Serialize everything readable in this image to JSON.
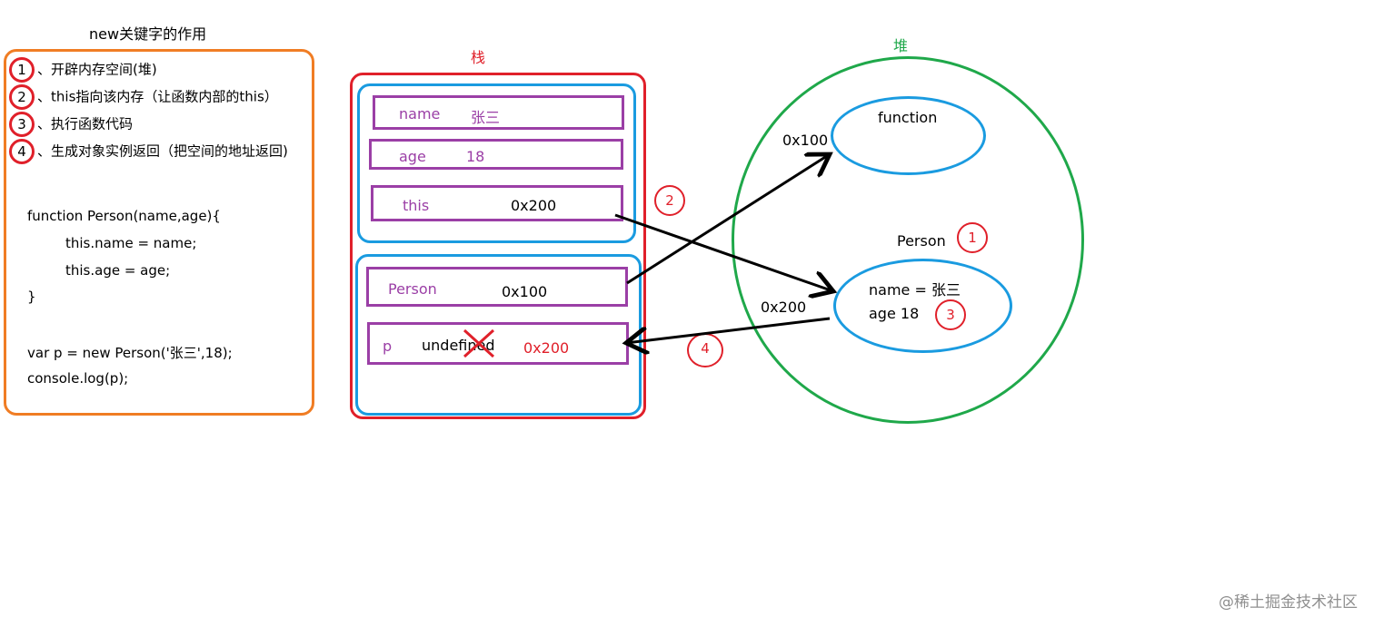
{
  "title": "new关键字的作用",
  "steps": [
    {
      "num": "1",
      "sep": "、",
      "text": "开辟内存空间(堆)"
    },
    {
      "num": "2",
      "sep": "、",
      "text": "this指向该内存（让函数内部的this）"
    },
    {
      "num": "3",
      "sep": "、",
      "text": "执行函数代码"
    },
    {
      "num": "4",
      "sep": "、",
      "text": "生成对象实例返回（把空间的地址返回)"
    }
  ],
  "code": {
    "line1": "function Person(name,age){",
    "line2": "this.name = name;",
    "line3": "this.age = age;",
    "line4": "}",
    "line5": "var p = new Person('张三',18);",
    "line6": "console.log(p);"
  },
  "stack": {
    "label": "栈",
    "frame1": {
      "name_key": "name",
      "name_val": "张三",
      "age_key": "age",
      "age_val": "18",
      "this_key": "this",
      "this_val": "0x200"
    },
    "frame2": {
      "person_key": "Person",
      "person_val": "0x100",
      "p_key": "p",
      "p_old": "undefined",
      "p_new": "0x200"
    }
  },
  "heap": {
    "label": "堆",
    "function_obj": {
      "text": "function",
      "addr": "0x100"
    },
    "person_obj": {
      "title": "Person",
      "line1": "name = 张三",
      "line2": "age 18",
      "addr": "0x200"
    }
  },
  "markers": {
    "m1": "1",
    "m2": "2",
    "m3": "3",
    "m4": "4"
  },
  "watermark": "@稀土掘金技术社区",
  "colors": {
    "orange": "#f07d24",
    "red": "#e0202a",
    "blue": "#1a9be0",
    "purple": "#9b3fa6",
    "green": "#1fa84a"
  }
}
